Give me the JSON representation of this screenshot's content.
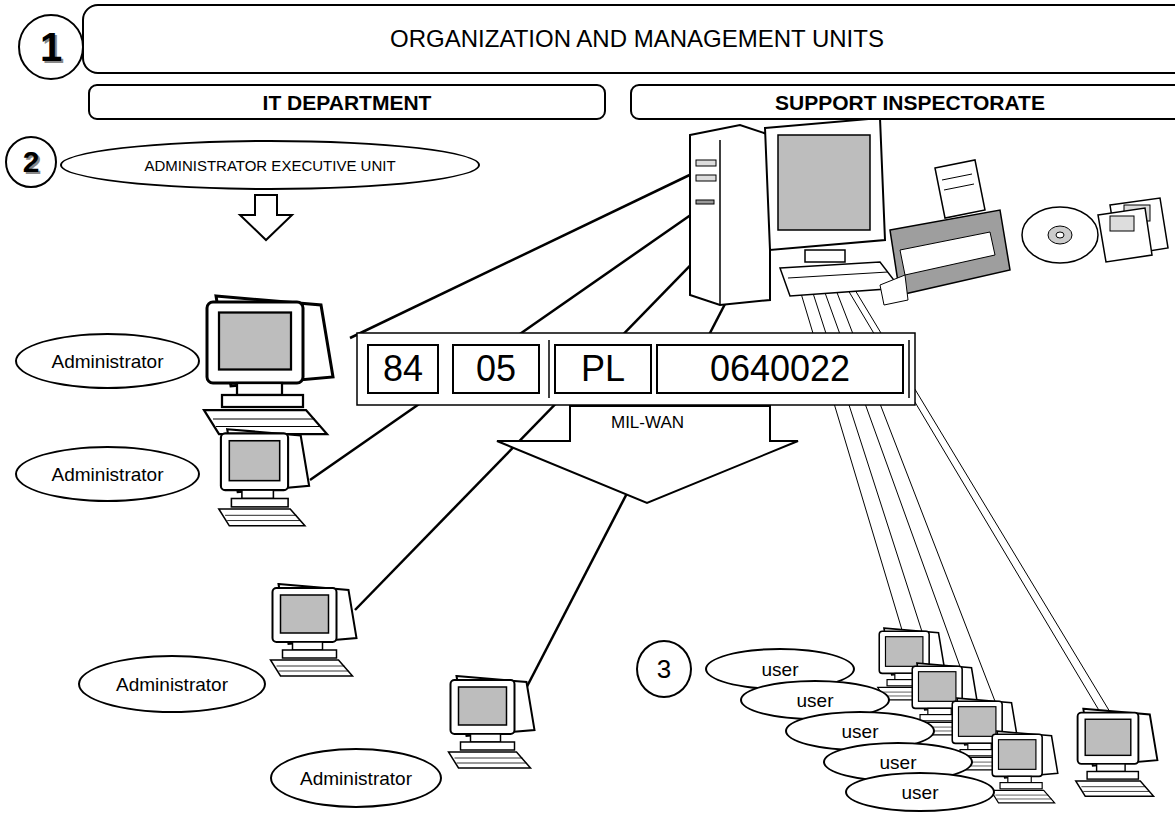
{
  "diagram": {
    "nodes": [
      {
        "text": [
          "1"
        ]
      },
      {
        "text": [
          "ORGANIZATION AND MANAGEMENT UNITS"
        ]
      },
      {
        "text": [
          "IT DEPARTMENT"
        ]
      },
      {
        "text": [
          "SUPPORT INSPECTORATE"
        ]
      },
      {
        "text": [
          "2"
        ]
      },
      {
        "text": [
          "ADMINISTRATOR EXECUTIVE UNIT"
        ]
      },
      {
        "text": [
          "Administrator"
        ]
      },
      {
        "text": [
          "84"
        ]
      },
      {
        "text": [
          "05"
        ]
      },
      {
        "text": [
          "PL"
        ]
      },
      {
        "text": [
          "0640022"
        ]
      },
      {
        "text": [
          "MIL-WAN"
        ]
      },
      {
        "text": [
          "Administrator"
        ]
      },
      {
        "text": [
          "3"
        ]
      },
      {
        "text": [
          "user"
        ]
      },
      {
        "text": [
          "user"
        ]
      },
      {
        "text": [
          "Administrator"
        ]
      },
      {
        "text": [
          "user"
        ]
      },
      {
        "text": [
          "user"
        ]
      },
      {
        "text": [
          "Administrator"
        ]
      },
      {
        "text": [
          "user"
        ]
      }
    ]
  }
}
